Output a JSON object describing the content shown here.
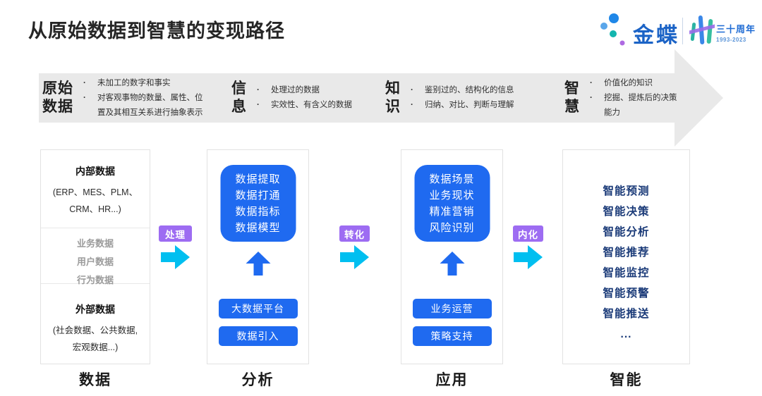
{
  "page": {
    "title": "从原始数据到智慧的变现路径"
  },
  "logo": {
    "brand": "金蝶",
    "anniversary": "三十周年",
    "years": "1993-2023"
  },
  "banner": {
    "stages": [
      {
        "name": "原始\n数据",
        "points": [
          "未加工的数字和事实",
          "对客观事物的数量、属性、位置及其相互关系进行抽象表示"
        ]
      },
      {
        "name": "信\n息",
        "points": [
          "处理过的数据",
          "实效性、有含义的数据"
        ]
      },
      {
        "name": "知\n识",
        "points": [
          "鉴别过的、结构化的信息",
          "归纳、对比、判断与理解"
        ]
      },
      {
        "name": "智\n慧",
        "points": [
          "价值化的知识",
          "挖掘、提炼后的决策能力"
        ]
      }
    ]
  },
  "flow": {
    "arrows": [
      "处理",
      "转化",
      "内化"
    ],
    "columns": [
      {
        "footer": "数据",
        "internal": {
          "title": "内部数据",
          "lines": [
            "(ERP、MES、PLM、",
            "CRM、HR...)"
          ]
        },
        "middle": {
          "items": [
            "业务数据",
            "用户数据",
            "行为数据"
          ]
        },
        "external": {
          "title": "外部数据",
          "lines": [
            "(社会数据、公共数据,",
            "宏观数据...)"
          ]
        }
      },
      {
        "footer": "分析",
        "card": "数据提取\n数据打通\n数据指标\n数据模型",
        "buttons": [
          "大数据平台",
          "数据引入"
        ]
      },
      {
        "footer": "应用",
        "card": "数据场景\n业务现状\n精准营销\n风险识别",
        "buttons": [
          "业务运营",
          "策略支持"
        ]
      },
      {
        "footer": "智能",
        "items": [
          "智能预测",
          "智能决策",
          "智能分析",
          "智能推荐",
          "智能监控",
          "智能预警",
          "智能推送",
          "..."
        ]
      }
    ]
  },
  "colors": {
    "accent_blue": "#1f6af0",
    "navy_text": "#1a3a78",
    "badge_purple": "#9d6cf2",
    "arrow_cyan": "#00bff0",
    "banner_gray": "#e9e9e9",
    "brand_blue": "#1b63c6",
    "gray_item_text": "#9b9b9b"
  }
}
